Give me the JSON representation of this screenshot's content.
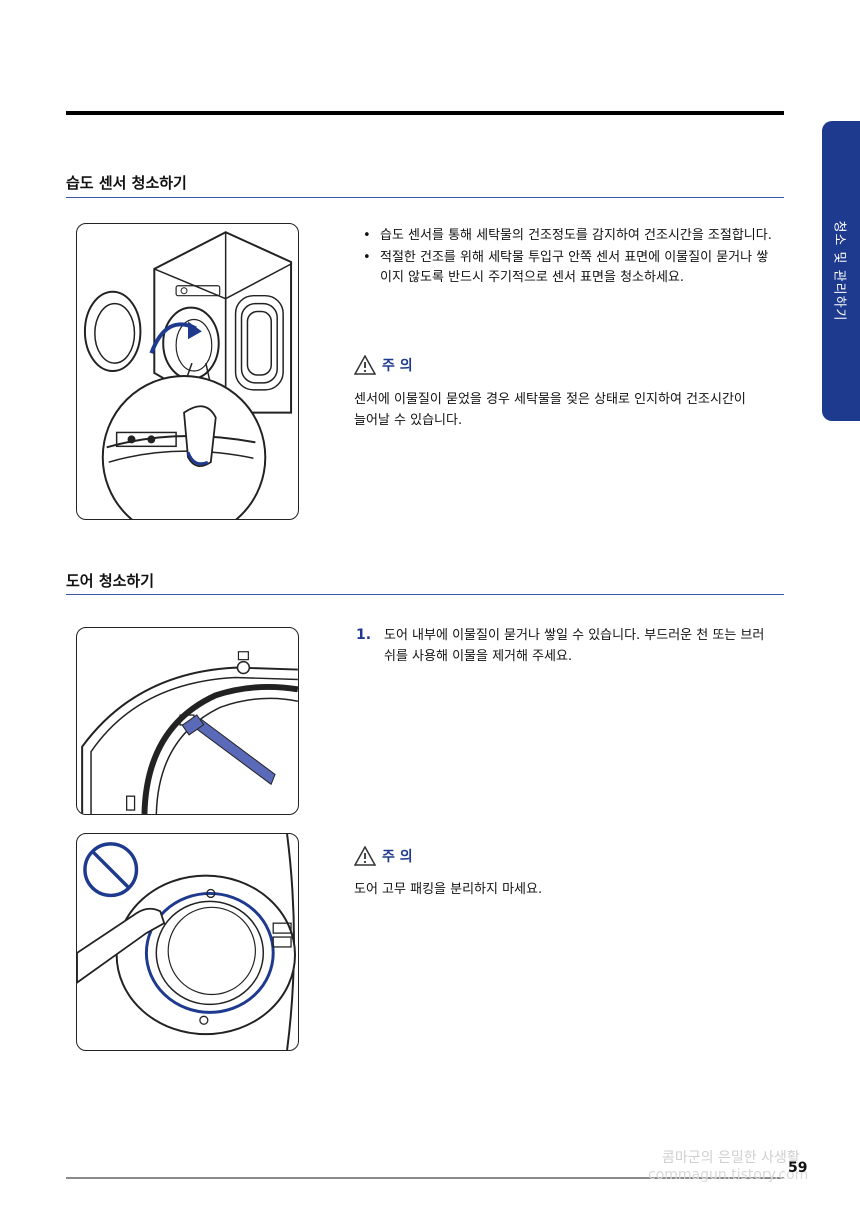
{
  "side_tab": {
    "label": "청소 및 관리하기"
  },
  "section_humidity": {
    "title": "습도 센서 청소하기",
    "bullets": [
      "습도 센서를 통해 세탁물의 건조정도를 감지하여 건조시간을 조절합니다.",
      "적절한 건조를 위해 세탁물 투입구 안쪽 센서 표면에 이물질이 묻거나 쌓이지 않도록 반드시 주기적으로 센서 표면을 청소하세요."
    ],
    "caution_label": "주 의",
    "caution_text": "센서에 이물질이 묻었을 경우 세탁물을 젖은 상태로 인지하여 건조시간이 늘어날 수 있습니다."
  },
  "section_door": {
    "title": "도어 청소하기",
    "step_number": "1.",
    "step_text": "도어 내부에 이물질이 묻거나 쌓일 수 있습니다. 부드러운 천 또는 브러쉬를 사용해 이물을 제거해 주세요.",
    "caution_label": "주 의",
    "caution_text": "도어 고무 패킹을 분리하지 마세요."
  },
  "footer": {
    "page_number": "59",
    "watermark_line1": "콤마군의 은밀한 사생활",
    "watermark_line2": "commagun.tistory.com"
  },
  "colors": {
    "accent": "#1e3a8e",
    "rule": "#3d57a8",
    "tool": "#5a6ab8"
  },
  "icons": [
    "warning-triangle-icon",
    "prohibited-icon"
  ]
}
